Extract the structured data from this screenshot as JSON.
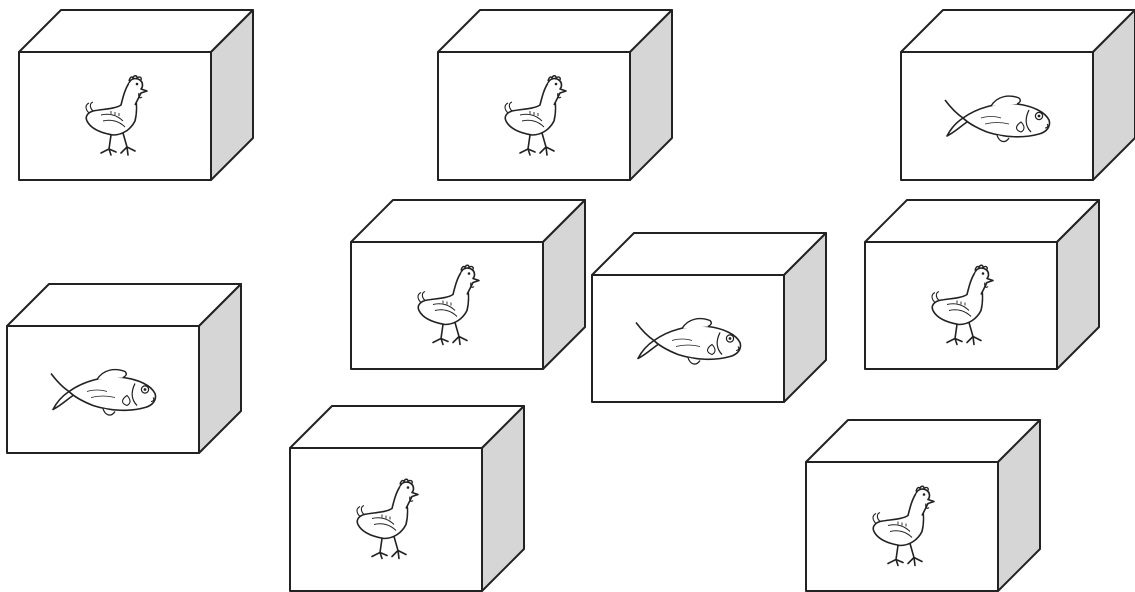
{
  "colors": {
    "background": "#ffffff",
    "front_face": "#ffffff",
    "top_face": "#ffffff",
    "side_face": "#d6d6d6",
    "outline": "#222222"
  },
  "boxes": [
    {
      "id": "box-1",
      "animal": "chicken-icon"
    },
    {
      "id": "box-2",
      "animal": "chicken-icon"
    },
    {
      "id": "box-3",
      "animal": "fish-icon"
    },
    {
      "id": "box-4",
      "animal": "chicken-icon"
    },
    {
      "id": "box-5",
      "animal": "fish-icon"
    },
    {
      "id": "box-6",
      "animal": "chicken-icon"
    },
    {
      "id": "box-7",
      "animal": "fish-icon"
    },
    {
      "id": "box-8",
      "animal": "chicken-icon"
    },
    {
      "id": "box-9",
      "animal": "chicken-icon"
    }
  ]
}
